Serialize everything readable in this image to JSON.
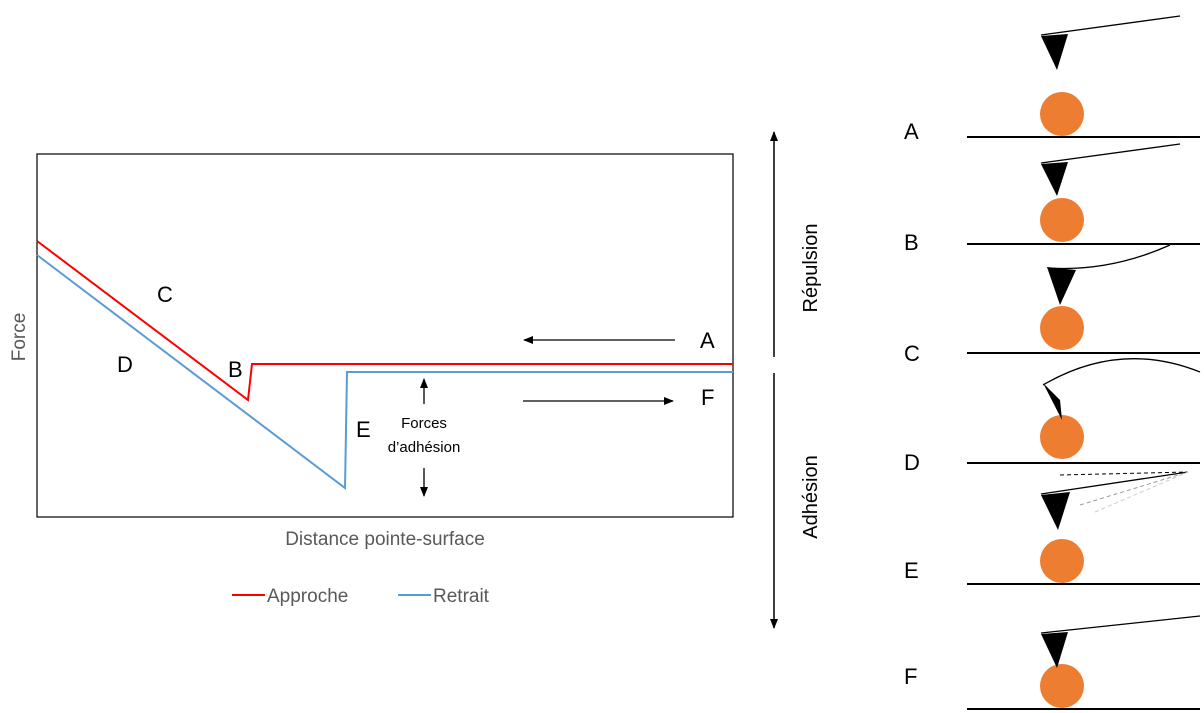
{
  "chart_data": {
    "type": "line",
    "xlabel": "Distance pointe-surface",
    "ylabel": "Force",
    "series": [
      {
        "name": "Approche",
        "color": "#ff0000"
      },
      {
        "name": "Retrait",
        "color": "#5b9bd5"
      }
    ],
    "curve_labels": [
      "A",
      "B",
      "C",
      "D",
      "E",
      "F"
    ],
    "annotation": [
      "Forces",
      "d’adhésion"
    ],
    "region_labels": {
      "top": "Répulsion",
      "bottom": "Adhésion"
    }
  },
  "stages": [
    {
      "label": "A"
    },
    {
      "label": "B"
    },
    {
      "label": "C"
    },
    {
      "label": "D"
    },
    {
      "label": "E"
    },
    {
      "label": "F"
    }
  ],
  "colors": {
    "particle": "#ed7d31",
    "approach": "#ff0000",
    "retract": "#5b9bd5"
  }
}
